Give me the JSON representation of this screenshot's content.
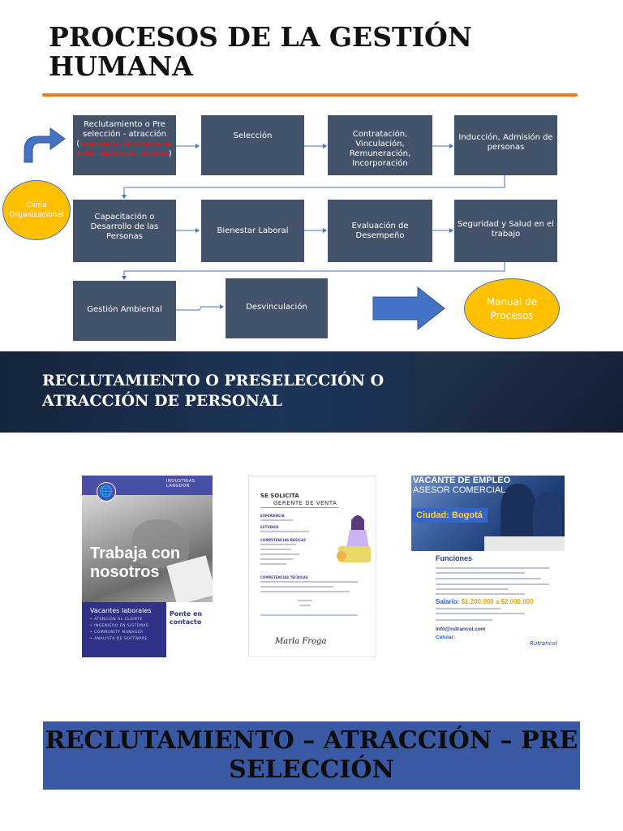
{
  "slide1": {
    "title": "PROCESOS DE LA GESTIÓN HUMANA",
    "boxes": [
      {
        "label": "Reclutamiento o Pre selección - atracción",
        "open_paren": "(",
        "red_note": "Requisición – Descripción del Perfil – Manual de Funciones",
        "close_paren": ")"
      },
      {
        "label": "Selección"
      },
      {
        "label": "Contratación, Vinculación, Remuneración, Incorporación"
      },
      {
        "label": "Inducción, Admisión de personas"
      },
      {
        "label": "Capacitación o Desarrollo de las Personas"
      },
      {
        "label": "Bienestar Laboral"
      },
      {
        "label": "Evaluación de Desempeño"
      },
      {
        "label": "Seguridad y Salud en el trabajo"
      },
      {
        "label": "Gestión Ambiental"
      },
      {
        "label": "Desvinculación"
      }
    ],
    "clima": "Clima Organizacional",
    "manual": "Manual de Procesos"
  },
  "slide2": {
    "title": "RECLUTAMIENTO O PRESELECCIÓN O ATRACCIÓN DE PERSONAL"
  },
  "slide3": {
    "poster1": {
      "company": "INDUSTRIAS LANGDON",
      "headline": "Trabaja con nosotros",
      "vacancies_title": "Vacantes laborales",
      "vacancies": [
        "ATENCIÓN AL CLIENTE",
        "INGENIERO EN SISTEMAS",
        "COMMUNITY MANAGER",
        "ANALISTA DE SOFTWARE"
      ],
      "contact": "Ponte en contacto"
    },
    "poster2": {
      "solicita": "SE SOLICITA",
      "cargo": "GERENTE DE VENTA",
      "sections": [
        "EXPERIENCIA",
        "ESTUDIOS",
        "COMPETENCIAS BÁSICAS",
        "COMPETENCIAS TÉCNICAS"
      ],
      "logo": "Marla Froga"
    },
    "poster3": {
      "banner1": "VACANTE DE EMPLEO",
      "banner2": "ASESOR COMERCIAL",
      "city": "Ciudad: Bogotá",
      "funciones": "Funciones",
      "salario_label": "Salario:",
      "salario_value": "$1.200.000 a $2.000.000",
      "email": "info@rutrancol.com",
      "celular": "Celular:",
      "logo": "Rutrancol"
    }
  },
  "slide4": {
    "title": "RECLUTAMIENTO – ATRACCIÓN – PRE SELECCIÓN"
  },
  "colors": {
    "box": "#44536a",
    "oval": "#ffc000",
    "arrow": "#4472c4",
    "rule": "#ee7b22",
    "bar": "#3a59a5"
  }
}
